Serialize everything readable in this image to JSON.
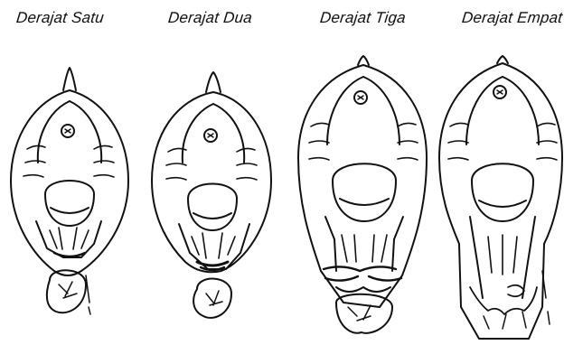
{
  "labels": {
    "degree1": "Derajat Satu",
    "degree2": "Derajat Dua",
    "degree3": "Derajat Tiga",
    "degree4": "Derajat Empat"
  }
}
